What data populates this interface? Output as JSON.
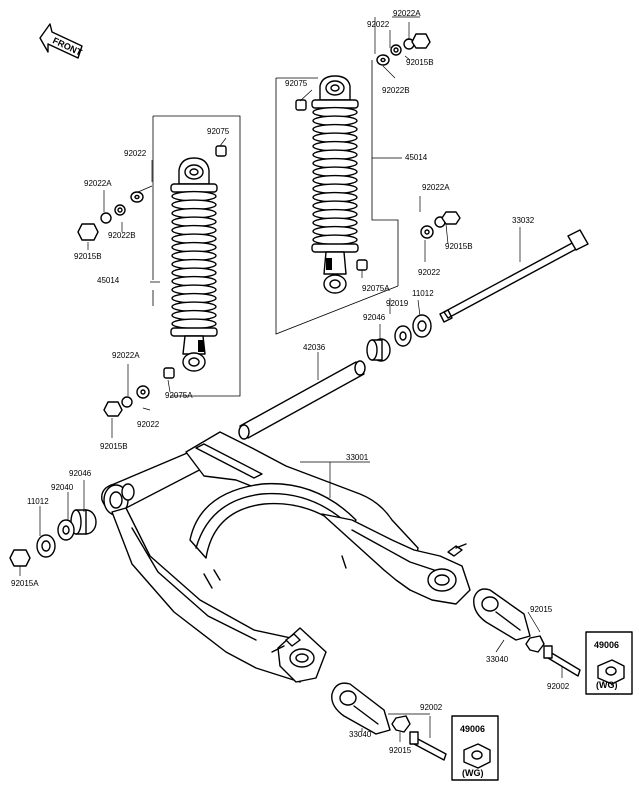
{
  "front_arrow": {
    "label": "FRONT"
  },
  "labels": {
    "l92022A_top": "92022A",
    "l92022_top": "92022",
    "l92015B_top": "92015B",
    "l92022B_top": "92022B",
    "l92075_r": "92075",
    "l45014_r": "45014",
    "l92022A_r": "92022A",
    "l92015B_r": "92015B",
    "l92022_r": "92022",
    "l92075A_r": "92075A",
    "l92019": "92019",
    "l11012_r": "11012",
    "l92046_r": "92046",
    "l33032": "33032",
    "l92075_l": "92075",
    "l92022_l": "92022",
    "l92022A_l": "92022A",
    "l92022B_l": "92022B",
    "l92015B_l": "92015B",
    "l45014_l": "45014",
    "l92022A_lb": "92022A",
    "l92075A_l": "92075A",
    "l92022_lb": "92022",
    "l92015B_lb": "92015B",
    "l42036": "42036",
    "l33001": "33001",
    "l92046_l": "92046",
    "l92040": "92040",
    "l11012_l": "11012",
    "l92015A": "92015A",
    "l92015_r": "92015",
    "l33040_r": "33040",
    "l92002_r": "92002",
    "l49006_r": "49006",
    "lwg_r": "(WG)",
    "l92002_b": "92002",
    "l33040_b": "33040",
    "l92015_b": "92015",
    "l49006_b": "49006",
    "lwg_b": "(WG)"
  }
}
